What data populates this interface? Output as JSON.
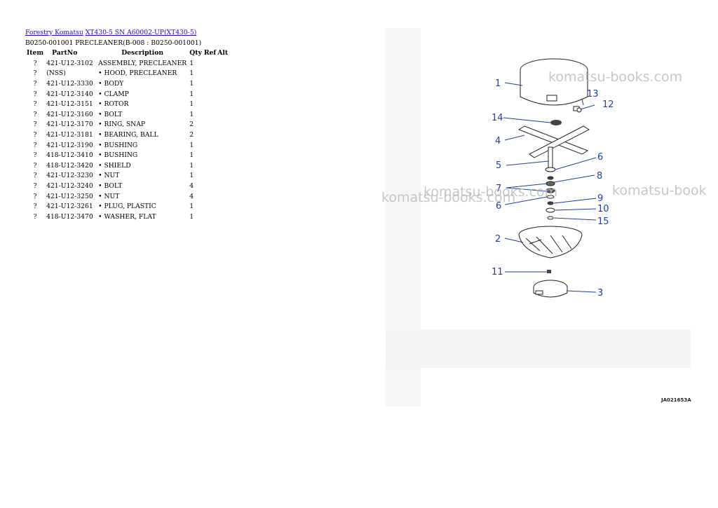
{
  "breadcrumb": {
    "link1": "Forestry Komatsu",
    "link2": "XT430-5 SN A60002-UP(XT430-5)"
  },
  "subtitle": "B0250-001001 PRECLEANER(B-008 : B0250-001001)",
  "table": {
    "headers": [
      "Item",
      "PartNo",
      "Description",
      "Qty",
      "Ref",
      "Alt"
    ],
    "rows": [
      {
        "item": "?",
        "part": "421-U12-3102",
        "desc": "ASSEMBLY, PRECLEANER",
        "qty": "1"
      },
      {
        "item": "?",
        "part": "(NSS)",
        "desc": "• HOOD, PRECLEANER",
        "qty": "1"
      },
      {
        "item": "?",
        "part": "421-U12-3330",
        "desc": "• BODY",
        "qty": "1"
      },
      {
        "item": "?",
        "part": "421-U12-3140",
        "desc": "• CLAMP",
        "qty": "1"
      },
      {
        "item": "?",
        "part": "421-U12-3151",
        "desc": "• ROTOR",
        "qty": "1"
      },
      {
        "item": "?",
        "part": "421-U12-3160",
        "desc": "• BOLT",
        "qty": "1"
      },
      {
        "item": "?",
        "part": "421-U12-3170",
        "desc": "• RING, SNAP",
        "qty": "2"
      },
      {
        "item": "?",
        "part": "421-U12-3181",
        "desc": "• BEARING, BALL",
        "qty": "2"
      },
      {
        "item": "?",
        "part": "421-U12-3190",
        "desc": "• BUSHING",
        "qty": "1"
      },
      {
        "item": "?",
        "part": "418-U12-3410",
        "desc": "• BUSHING",
        "qty": "1"
      },
      {
        "item": "?",
        "part": "418-U12-3420",
        "desc": "• SHIELD",
        "qty": "1"
      },
      {
        "item": "?",
        "part": "421-U12-3230",
        "desc": "• NUT",
        "qty": "1"
      },
      {
        "item": "?",
        "part": "421-U12-3240",
        "desc": "• BOLT",
        "qty": "4"
      },
      {
        "item": "?",
        "part": "421-U12-3250",
        "desc": "• NUT",
        "qty": "4"
      },
      {
        "item": "?",
        "part": "421-U12-3261",
        "desc": "• PLUG, PLASTIC",
        "qty": "1"
      },
      {
        "item": "?",
        "part": "418-U12-3470",
        "desc": "• WASHER, FLAT",
        "qty": "1"
      }
    ]
  },
  "diagram": {
    "watermark": "komatsu-books.com",
    "watermark_right": "komatsu-book",
    "callouts": [
      "1",
      "13",
      "12",
      "14",
      "4",
      "6",
      "5",
      "8",
      "7",
      "6",
      "9",
      "10",
      "15",
      "2",
      "11",
      "3"
    ],
    "code": "JA021653A"
  }
}
